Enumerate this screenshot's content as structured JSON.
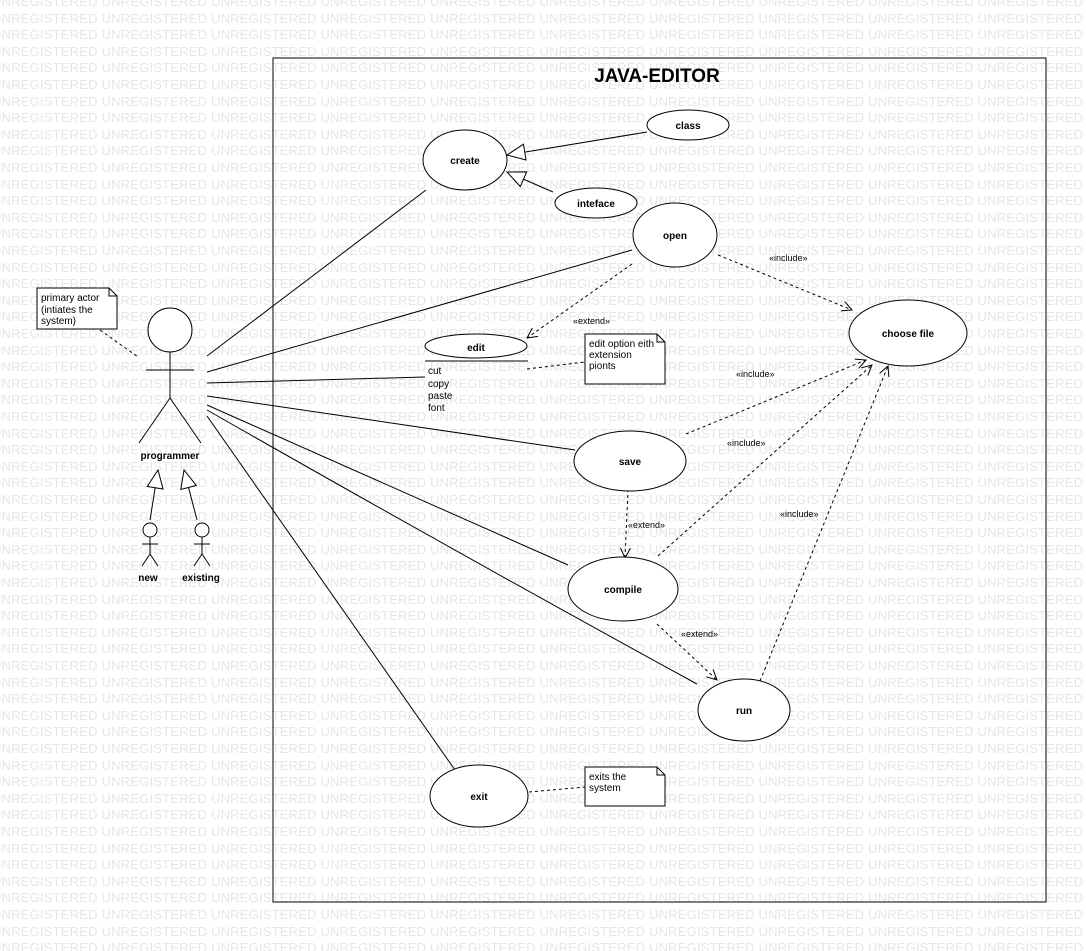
{
  "watermark": {
    "text": "UNREGISTERED",
    "color": "#e6e6e6"
  },
  "system": {
    "title": "JAVA-EDITOR"
  },
  "actors": {
    "primary": "programmer",
    "sub_1": "new",
    "sub_2": "existing"
  },
  "use_cases": {
    "create": "create",
    "class": "class",
    "inteface": "inteface",
    "open": "open",
    "choose_file": "choose file",
    "edit": "edit",
    "save": "save",
    "compile": "compile",
    "run": "run",
    "exit": "exit"
  },
  "edit_options": [
    "cut",
    "copy",
    "paste",
    "font"
  ],
  "notes": {
    "primary_actor": [
      "primary actor",
      "(intiates the",
      "system)"
    ],
    "edit_note": [
      "edit option eith",
      "extension",
      "pionts"
    ],
    "exit_note": [
      "exits the",
      "system"
    ]
  },
  "stereotypes": {
    "include_open": "«include»",
    "include_save": "«include»",
    "include_compile": "«include»",
    "include_run": "«include»",
    "extend_edit": "«extend»",
    "extend_compile": "«extend»",
    "extend_run": "«extend»"
  }
}
